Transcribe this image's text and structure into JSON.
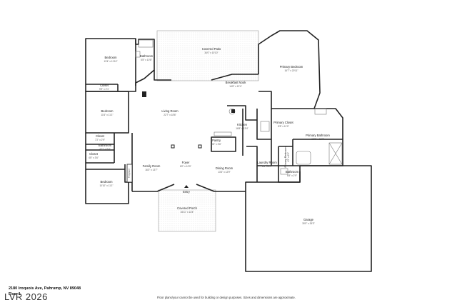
{
  "rooms": {
    "bedroom_top_left": {
      "name": "Bedroom",
      "dims": "13'4\" x 11'10\""
    },
    "bathroom_top": {
      "name": "Bathroom",
      "dims": "5'8\" x 10'8\""
    },
    "closet_top": {
      "name": "Closet",
      "dims": "9'9\" x 2'1\""
    },
    "covered_patio": {
      "name": "Covered Patio",
      "dims": "34'0\" x 10'10\""
    },
    "primary_bedroom": {
      "name": "Primary Bedroom",
      "dims": "16'7\" x 20'11\""
    },
    "breakfast_nook": {
      "name": "Breakfast Nook",
      "dims": "14'8\" x 12'4\""
    },
    "bedroom_mid_left": {
      "name": "Bedroom",
      "dims": "11'6\" x 11'1\""
    },
    "living_room": {
      "name": "Living Room",
      "dims": "22'7\" x 18'6\""
    },
    "kitchen": {
      "name": "Kitchen",
      "dims": "16'8\" x 13'4\""
    },
    "primary_closet": {
      "name": "Primary Closet",
      "dims": "8'8\" x 11'0\""
    },
    "primary_bathroom": {
      "name": "Primary Bathroom",
      "dims": "15'8\" x 12'7\""
    },
    "closet_mid": {
      "name": "Closet",
      "dims": "7'2\" x 2'9\""
    },
    "pantry": {
      "name": "Pantry",
      "dims": "8'6\" x 3'6\""
    },
    "bathroom_left": {
      "name": "Bathroom",
      "dims": "4'11\" x 5'4\""
    },
    "closet_low": {
      "name": "Closet",
      "dims": "4'8\" x 3'6\""
    },
    "primary_restroom": {
      "name": "Primary Restroom",
      "dims": "4'2\" x 6'5\""
    },
    "laundry_room": {
      "name": "Laundry Room",
      "dims": "8'8\" x 8'1\""
    },
    "foyer": {
      "name": "Foyer",
      "dims": "8'0\" x 10'9\""
    },
    "family_room": {
      "name": "Family Room",
      "dims": "16'3\" x 13'7\""
    },
    "dining_room": {
      "name": "Dining Room",
      "dims": "13'4\" x 12'9\""
    },
    "bathroom_right": {
      "name": "Bathroom",
      "dims": "6'8\" x 2'9\""
    },
    "bedroom_bottom_left": {
      "name": "Bedroom",
      "dims": "10'10\" x 11'1\""
    },
    "entry": {
      "name": "Entry"
    },
    "covered_porch": {
      "name": "Covered Porch",
      "dims": "15'11\" x 13'4\""
    },
    "garage": {
      "name": "Garage",
      "dims": "30'0\" x 26'3\""
    },
    "fireplace": {
      "name": "Fireplace"
    }
  },
  "footer": {
    "address_line1": "2180 Iroquois Ave, Pahrump, NV 89048",
    "address_line2": "Floor 1",
    "disclaimer": "Floor plans/your cannot be used for building or design purposes. Sizes and dimensions are approximate.",
    "brand": "LVR 2026"
  }
}
